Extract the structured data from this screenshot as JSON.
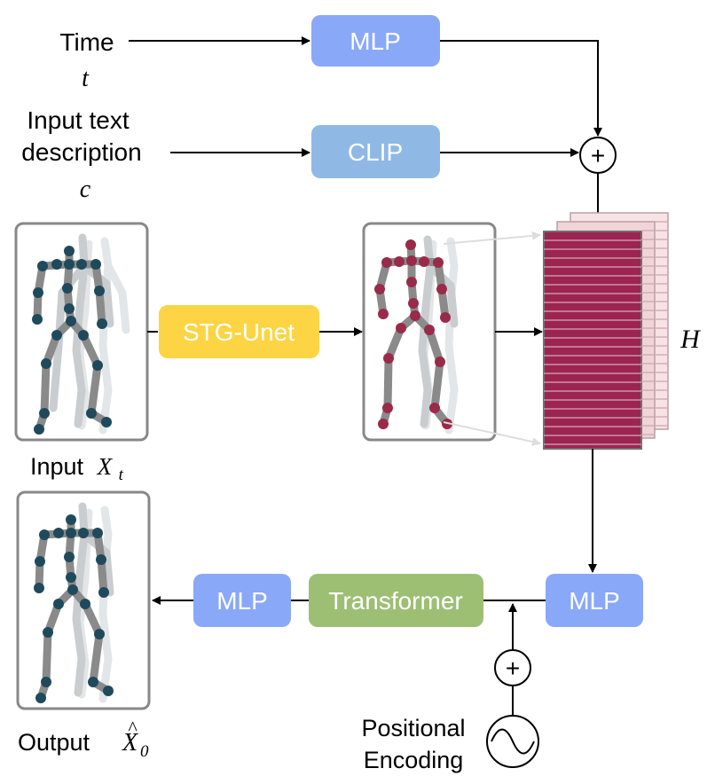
{
  "inputs": {
    "time_label": "Time",
    "time_symbol": "t",
    "text_label_line1": "Input text",
    "text_label_line2": "description",
    "text_symbol": "c"
  },
  "blocks": {
    "mlp_time": "MLP",
    "clip": "CLIP",
    "stg_unet": "STG-Unet",
    "mlp_right": "MLP",
    "transformer": "Transformer",
    "mlp_out": "MLP"
  },
  "operators": {
    "add_top": "+",
    "add_bottom": "+"
  },
  "captions": {
    "input_word": "Input",
    "input_symbol": "X",
    "input_sub": "t",
    "output_word": "Output",
    "output_symbol": "X",
    "output_hat": "^",
    "output_sub": "0",
    "hidden_symbol": "H",
    "pos_enc_line1": "Positional",
    "pos_enc_line2": "Encoding"
  },
  "colors": {
    "mlp": "#8aa8f8",
    "clip": "#8fb9e4",
    "stg_unet": "#fdd443",
    "transformer": "#9dbf74",
    "hidden_front": "#9c2450",
    "hidden_back": "#f1d4d8",
    "joint_blue": "#1f4a5c",
    "joint_red": "#9a2a4a",
    "bone": "#8a8a8a"
  }
}
